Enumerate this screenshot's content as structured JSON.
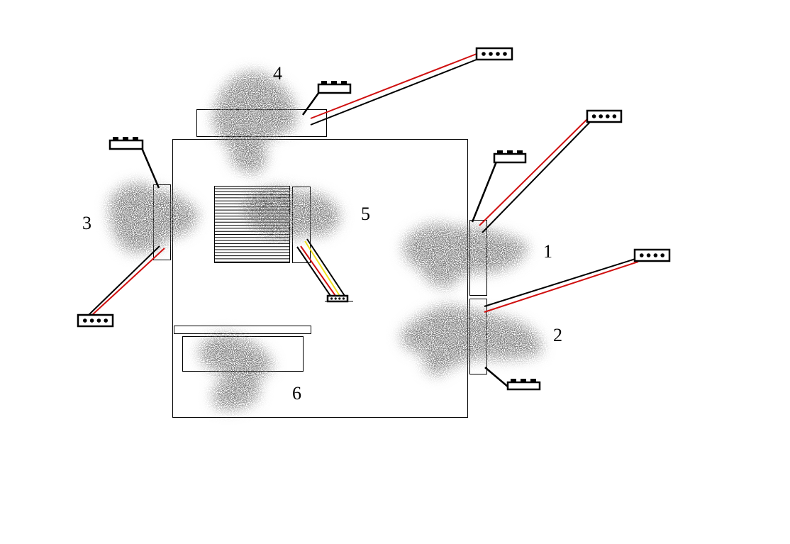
{
  "labels": {
    "fan1": "1",
    "fan2": "2",
    "fan3": "3",
    "fan4": "4",
    "cpu": "5",
    "drive": "6"
  },
  "colors": {
    "outline": "#000000",
    "wire_red": "#d01010",
    "wire_yellow": "#f0e020",
    "airflow": "#808080"
  }
}
